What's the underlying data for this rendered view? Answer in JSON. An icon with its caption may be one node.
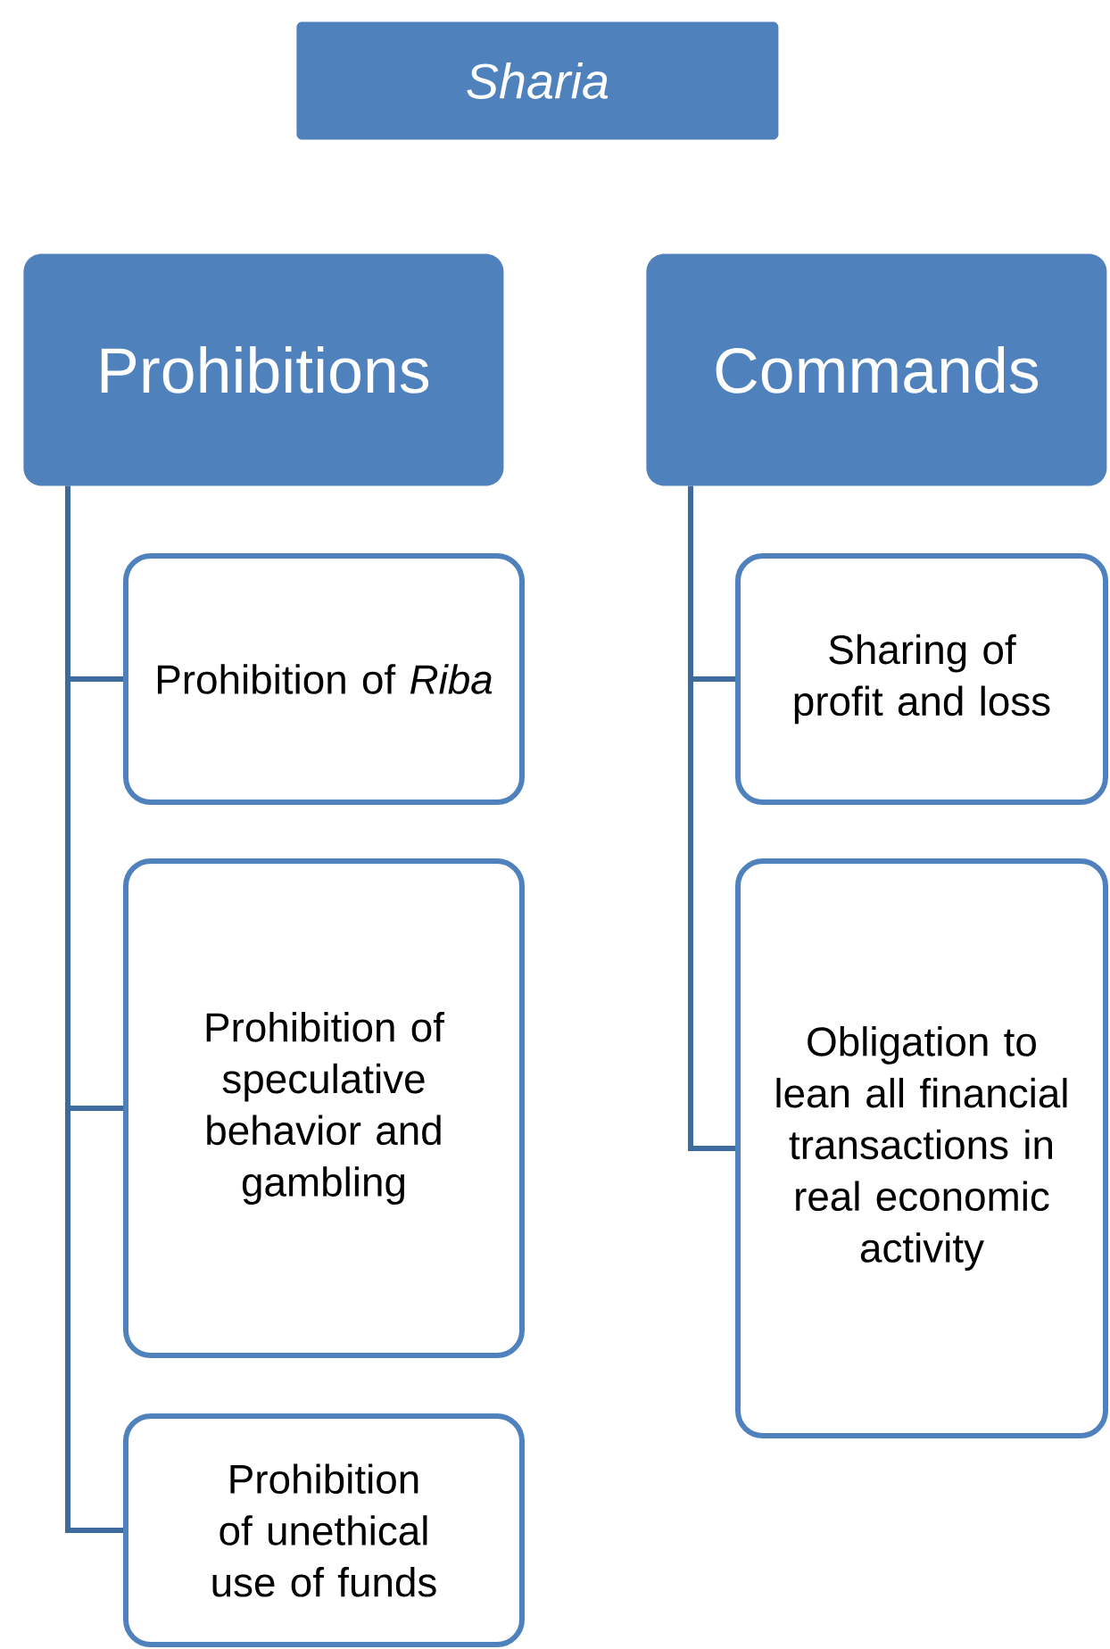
{
  "diagram": {
    "nodes": [
      {
        "text": [
          "Sharia"
        ]
      },
      {
        "text": [
          "Prohibitions"
        ]
      },
      {
        "text": [
          "Commands"
        ]
      },
      {
        "text": [
          "Prohibition of *Riba*"
        ]
      },
      {
        "text": [
          "Prohibition of speculative behavior and gambling"
        ]
      },
      {
        "text": [
          "Prohibition of unethical use of funds"
        ]
      },
      {
        "text": [
          "Sharing of profit and loss"
        ]
      },
      {
        "text": [
          "Obligation to lean all financial transactions in real economic activity"
        ]
      }
    ],
    "edges": [
      {
        "from": 1,
        "to": 3,
        "arrow": "none"
      },
      {
        "from": 1,
        "to": 4,
        "arrow": "none"
      },
      {
        "from": 1,
        "to": 5,
        "arrow": "none"
      },
      {
        "from": 2,
        "to": 6,
        "arrow": "none"
      },
      {
        "from": 2,
        "to": 7,
        "arrow": "none"
      }
    ]
  }
}
